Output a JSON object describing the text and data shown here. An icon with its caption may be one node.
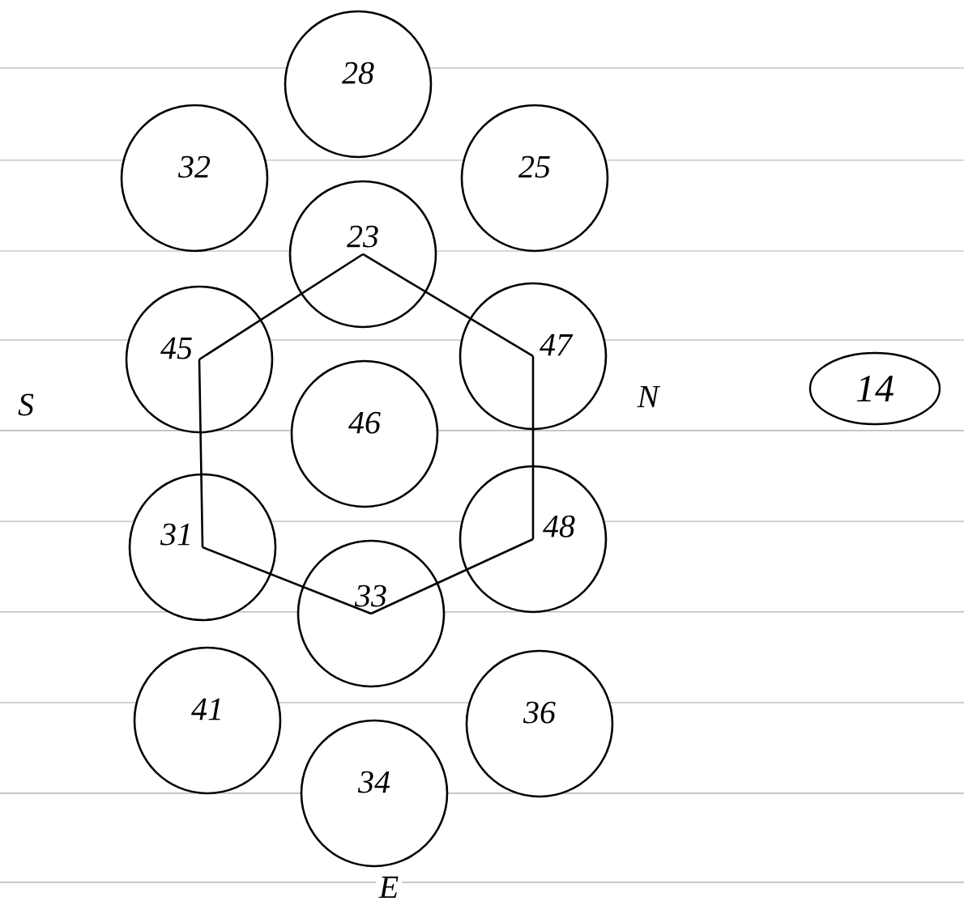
{
  "diagram": {
    "nodes": [
      {
        "text": [
          "28"
        ]
      },
      {
        "text": [
          "32"
        ]
      },
      {
        "text": [
          "25"
        ]
      },
      {
        "text": [
          "23"
        ]
      },
      {
        "text": [
          "45"
        ]
      },
      {
        "text": [
          "47"
        ]
      },
      {
        "text": [
          "46"
        ]
      },
      {
        "text": [
          "31"
        ]
      },
      {
        "text": [
          "48"
        ]
      },
      {
        "text": [
          "33"
        ]
      },
      {
        "text": [
          "41"
        ]
      },
      {
        "text": [
          "36"
        ]
      },
      {
        "text": [
          "34"
        ]
      },
      {
        "text": [
          "14"
        ]
      }
    ],
    "edges": [
      {
        "from": 3,
        "to": 5,
        "arrow": "none"
      },
      {
        "from": 5,
        "to": 8,
        "arrow": "none"
      },
      {
        "from": 8,
        "to": 9,
        "arrow": "none"
      },
      {
        "from": 9,
        "to": 7,
        "arrow": "none"
      },
      {
        "from": 7,
        "to": 4,
        "arrow": "none"
      },
      {
        "from": 4,
        "to": 3,
        "arrow": "none"
      }
    ],
    "labels": [
      "S",
      "N",
      "E"
    ]
  }
}
